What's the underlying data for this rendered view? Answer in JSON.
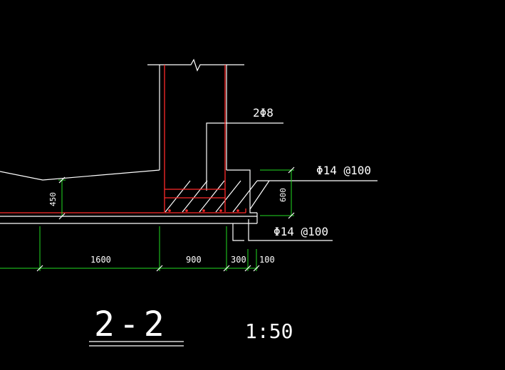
{
  "drawing": {
    "section_title": "2-2",
    "scale": "1:50",
    "annotations": {
      "top_rebar": "2Φ8",
      "upper_rebar": "Φ14 @100",
      "lower_rebar": "Φ14 @100"
    },
    "dimensions": {
      "foundation_depth": "450",
      "haunch_height": "600",
      "span_left": "1600",
      "span_mid": "900",
      "span_right": "300",
      "span_end": "100"
    }
  },
  "colors": {
    "background": "#000000",
    "outline": "#ffffff",
    "rebar": "#ff2a2a",
    "dimension": "#22dd22"
  }
}
